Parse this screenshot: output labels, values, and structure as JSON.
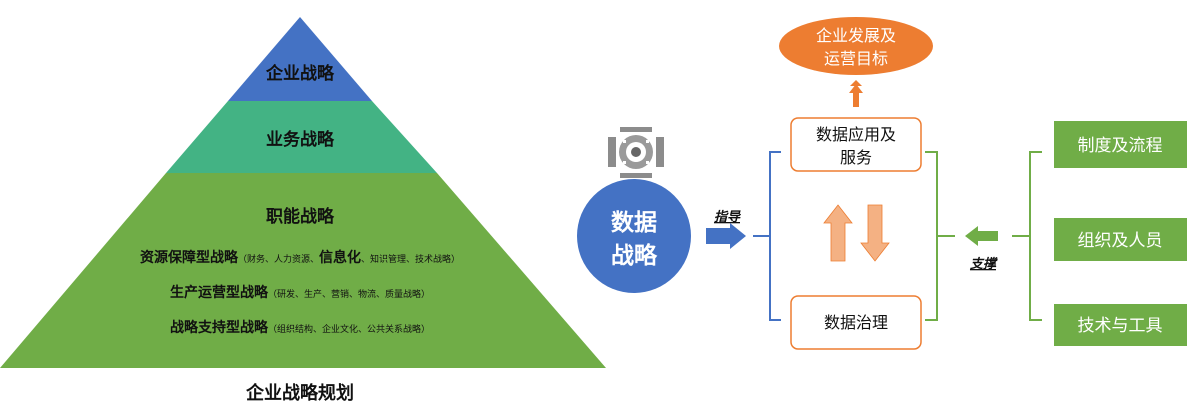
{
  "colors": {
    "tier_top": "#4472C4",
    "tier_middle": "#43B384",
    "tier_bottom": "#70AD47",
    "circle": "#4472C4",
    "goal_oval": "#ED7D31",
    "data_box_border": "#ED7D31",
    "up_arrow": "#ED7D31",
    "exchange_arrows": "#F4B183",
    "bracket_blue": "#4472C4",
    "bracket_green": "#70AD47",
    "support_box": "#70AD47"
  },
  "pyramid": {
    "top_label": "企业战略",
    "middle_label": "业务战略",
    "bottom_title": "职能战略",
    "line1": {
      "main": "资源保障型战略",
      "detail_a": "（财务、人力资源、",
      "emphasis": "信息化",
      "detail_b": "、知识管理、技术战略）"
    },
    "line2": {
      "main": "生产运营型战略",
      "detail": "（研发、生产、营销、物流、质量战略）"
    },
    "line3": {
      "main": "战略支持型战略",
      "detail": "（组织结构、企业文化、公共关系战略）"
    },
    "caption": "企业战略规划"
  },
  "strategy_circle": {
    "line1": "数据",
    "line2": "战略",
    "icon": "data-strategy-framework-icon"
  },
  "guide_label": "指导",
  "goal_oval": {
    "line1": "企业发展及",
    "line2": "运营目标"
  },
  "data_app_box": {
    "line1": "数据应用及",
    "line2": "服务"
  },
  "data_gov_box": "数据治理",
  "support_label": "支撑",
  "support_boxes": [
    "制度及流程",
    "组织及人员",
    "技术与工具"
  ]
}
